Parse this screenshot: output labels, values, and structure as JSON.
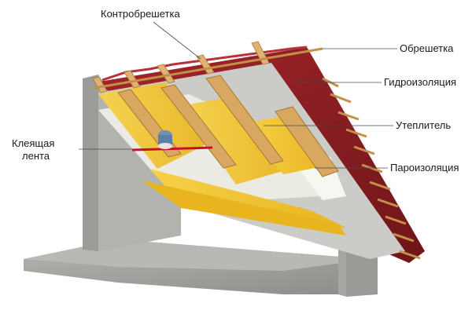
{
  "labels": {
    "counter_batten": "Контробрешетка",
    "batten": "Обрешетка",
    "waterproofing": "Гидроизоляция",
    "insulation": "Утеплитель",
    "vapor_barrier": "Пароизоляция",
    "tape_line1": "Клеящая",
    "tape_line2": "лента"
  },
  "colors": {
    "roof_tile": "#8b1e22",
    "wood": "#d9a860",
    "insulation": "#f2c230",
    "membrane": "#c9c9c6",
    "concrete": "#a9a9a5",
    "tape": "#c8102e"
  }
}
